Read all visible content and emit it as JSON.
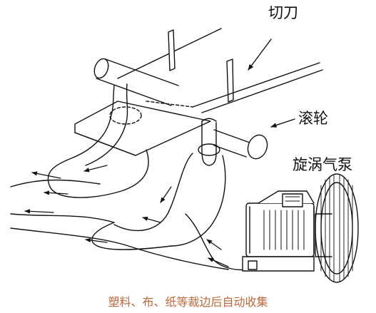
{
  "labels": {
    "cutter": "切刀",
    "roller": "滚轮",
    "blower": "旋涡气泵"
  },
  "caption": "塑料、布、纸等裁边后自动收集",
  "colors": {
    "line": "#111111",
    "caption": "#c0683a"
  }
}
